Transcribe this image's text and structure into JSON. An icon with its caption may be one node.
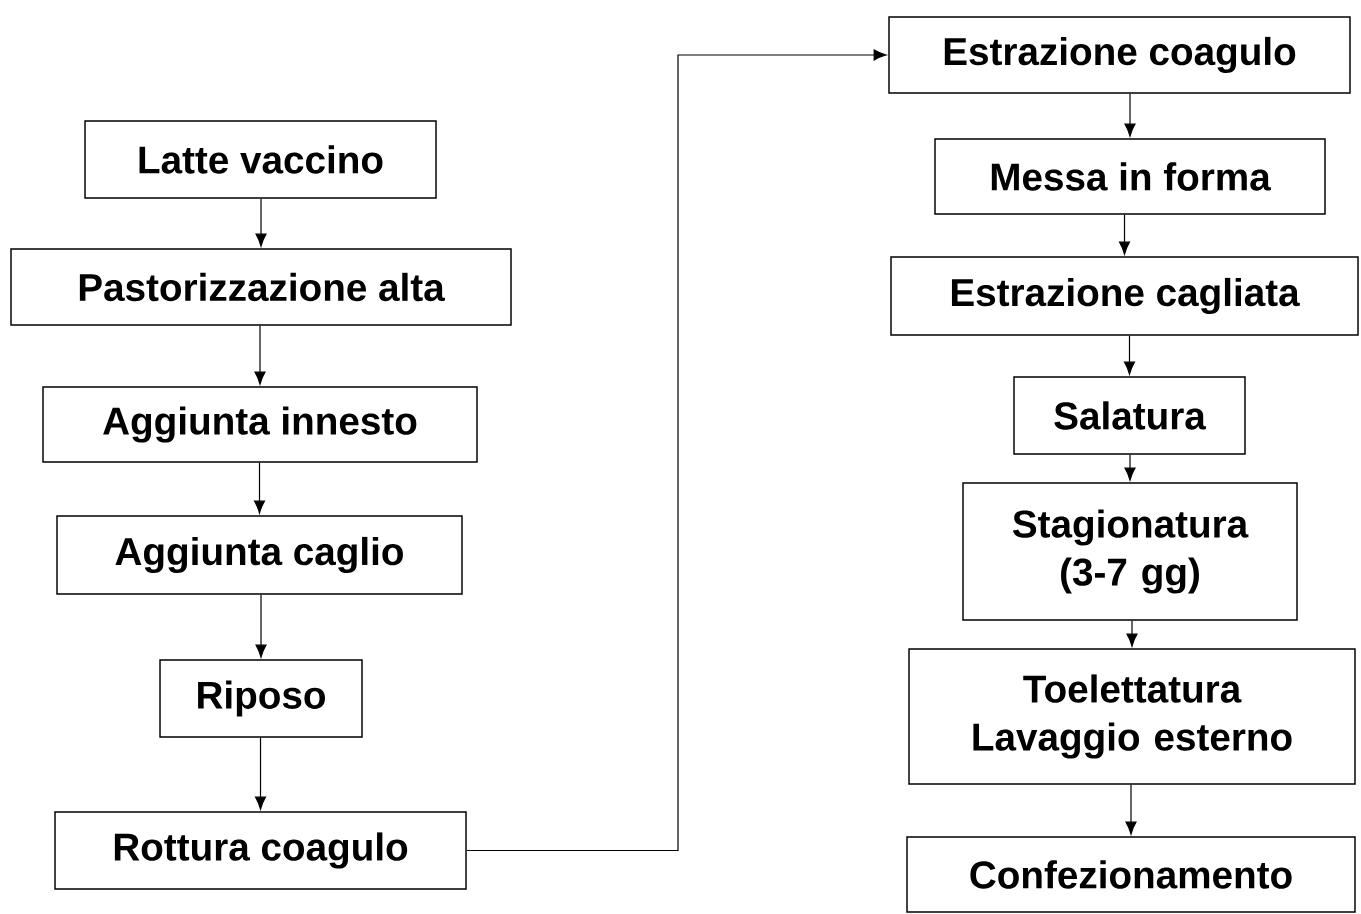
{
  "diagram": {
    "nodes": [
      {
        "text": [
          "Latte vaccino"
        ]
      },
      {
        "text": [
          "Pastorizzazione alta"
        ]
      },
      {
        "text": [
          "Aggiunta innesto"
        ]
      },
      {
        "text": [
          "Aggiunta caglio"
        ]
      },
      {
        "text": [
          "Riposo"
        ]
      },
      {
        "text": [
          "Rottura coagulo"
        ]
      },
      {
        "text": [
          "Estrazione coagulo"
        ]
      },
      {
        "text": [
          "Messa in forma"
        ]
      },
      {
        "text": [
          "Estrazione cagliata"
        ]
      },
      {
        "text": [
          "Salatura"
        ]
      },
      {
        "text": [
          "Stagionatura (3-7 gg)"
        ]
      },
      {
        "text": [
          "Toelettatura Lavaggio esterno"
        ]
      },
      {
        "text": [
          "Confezionamento"
        ]
      }
    ],
    "edges": [
      {
        "from": 0,
        "to": 1,
        "arrow": "to"
      },
      {
        "from": 1,
        "to": 2,
        "arrow": "to"
      },
      {
        "from": 2,
        "to": 3,
        "arrow": "to"
      },
      {
        "from": 3,
        "to": 4,
        "arrow": "to"
      },
      {
        "from": 4,
        "to": 5,
        "arrow": "to"
      },
      {
        "from": 5,
        "to": 6,
        "arrow": "to"
      },
      {
        "from": 6,
        "to": 7,
        "arrow": "to"
      },
      {
        "from": 7,
        "to": 8,
        "arrow": "to"
      },
      {
        "from": 8,
        "to": 9,
        "arrow": "to"
      },
      {
        "from": 9,
        "to": 10,
        "arrow": "to"
      },
      {
        "from": 10,
        "to": 11,
        "arrow": "to"
      },
      {
        "from": 11,
        "to": 12,
        "arrow": "to"
      }
    ]
  }
}
